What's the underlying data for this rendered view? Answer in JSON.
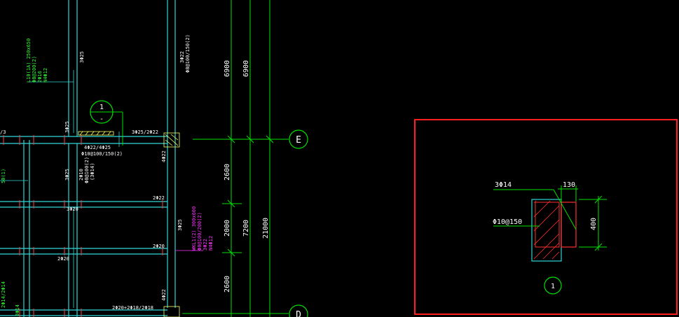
{
  "colors": {
    "background": "#000000",
    "beam": "#2fd6d6",
    "dimension": "#00e000",
    "text_white": "#ffffff",
    "text_green": "#33ff33",
    "text_magenta": "#ff33ff",
    "hatch": "#ffff66",
    "highlight_box": "#ff2020",
    "rebar": "#ff3030",
    "joint_mark": "#ff4040"
  },
  "grid_axes": {
    "axis_e": "E",
    "axis_d": "D"
  },
  "dimensions": {
    "chain_outer": [
      "6900",
      "2600",
      "2000",
      "2600"
    ],
    "chain_middle": [
      "6900",
      "7200"
    ],
    "overall": "21000"
  },
  "section_marker": {
    "number": "1",
    "dash": "-"
  },
  "beam_labels": {
    "green_block": [
      "L10(1A) 250x650",
      "Φ8@200(2)",
      "2Φ16",
      "N4Φ12"
    ],
    "magenta_block": [
      "WKL1(2) 300x600",
      "Φ8@100/200(2)",
      "3Φ22",
      "N4Φ12"
    ],
    "right_callout": [
      "3Φ22",
      "Φ8@100/150(2)"
    ],
    "mid_callout": [
      "4Φ22/4Φ25",
      "Φ10@100/150(2)"
    ],
    "vert_callout": [
      "2Φ10",
      "Φ8@100(2)",
      "(3Φ14)"
    ],
    "top_reinf": "3Φ25/2Φ22",
    "col_3phi25_a": "3Φ25",
    "col_3phi25_b": "3Φ25",
    "col_3phi25_c": "3Φ25",
    "col_3phi25_d": "3Φ25",
    "col_4phi22": "4Φ22",
    "col_4phi22_b": "4Φ22",
    "rebar_2phi22": "2Φ22",
    "rebar_3phi20": "3Φ20",
    "rebar_2phi20_a": "2Φ20",
    "rebar_2phi20_b": "2Φ20",
    "bottom_mixed": "2Φ20+2Φ18/2Φ18",
    "left_fragment_a": "/3",
    "left_fragment_b": "50(1)",
    "left_fragment_c": "2Φ14/2Φ14",
    "left_fragment_d": "3Φ14"
  },
  "detail_panel": {
    "rebar_top": "3Φ14",
    "stirrup": "Φ10@150",
    "width_dim": "130",
    "height_dim": "400",
    "section_number": "1"
  }
}
